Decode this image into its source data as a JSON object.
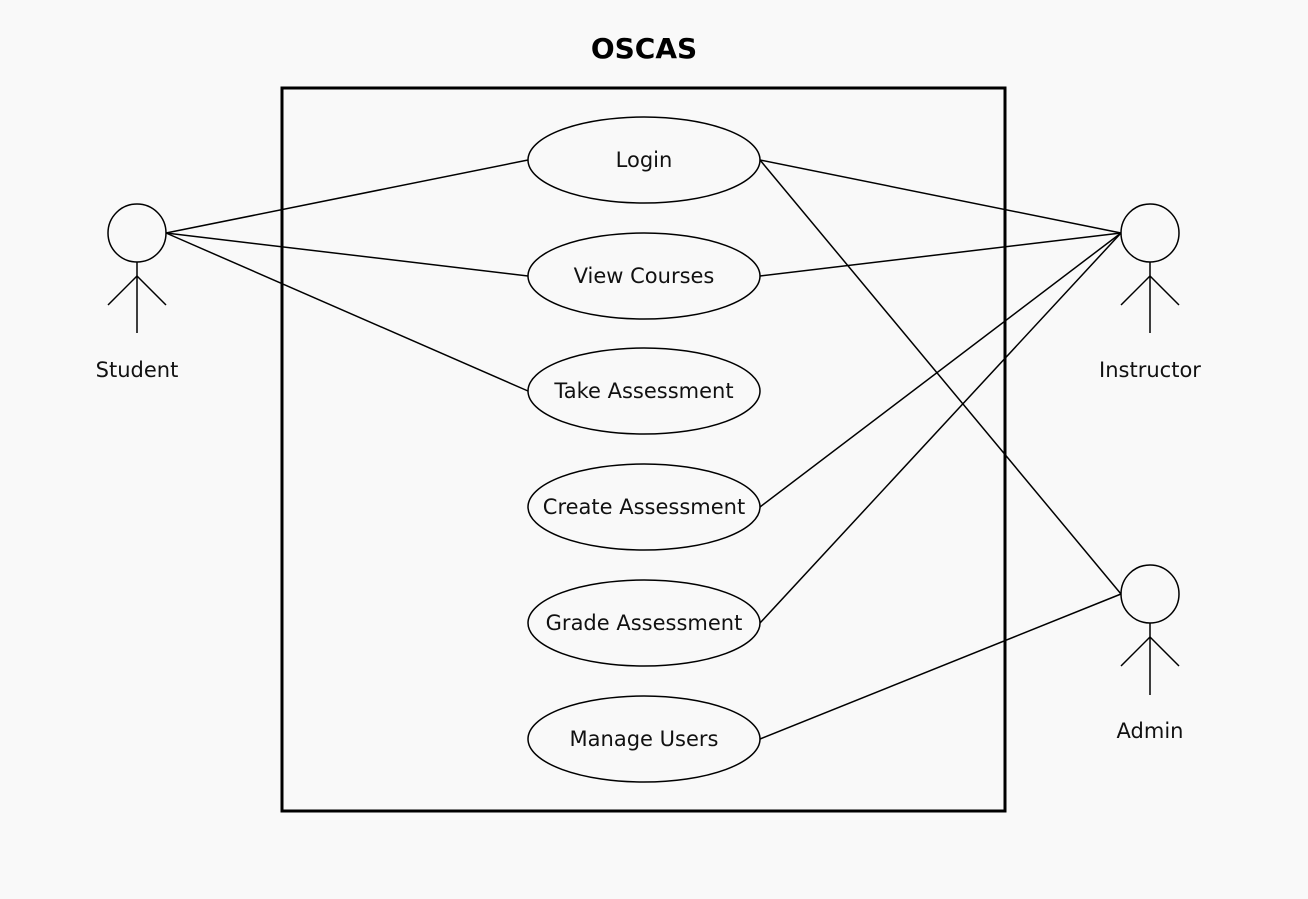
{
  "diagram": {
    "title": "OSCAS",
    "use_cases": [
      {
        "id": "login",
        "label": "Login"
      },
      {
        "id": "view-courses",
        "label": "View Courses"
      },
      {
        "id": "take-assessment",
        "label": "Take Assessment"
      },
      {
        "id": "create-assessment",
        "label": "Create Assessment"
      },
      {
        "id": "grade-assessment",
        "label": "Grade Assessment"
      },
      {
        "id": "manage-users",
        "label": "Manage Users"
      }
    ],
    "actors": [
      {
        "id": "student",
        "label": "Student"
      },
      {
        "id": "instructor",
        "label": "Instructor"
      },
      {
        "id": "admin",
        "label": "Admin"
      }
    ],
    "associations": [
      {
        "actor": "student",
        "use_case": "login"
      },
      {
        "actor": "student",
        "use_case": "view-courses"
      },
      {
        "actor": "student",
        "use_case": "take-assessment"
      },
      {
        "actor": "instructor",
        "use_case": "login"
      },
      {
        "actor": "instructor",
        "use_case": "view-courses"
      },
      {
        "actor": "instructor",
        "use_case": "create-assessment"
      },
      {
        "actor": "instructor",
        "use_case": "grade-assessment"
      },
      {
        "actor": "admin",
        "use_case": "login"
      },
      {
        "actor": "admin",
        "use_case": "manage-users"
      }
    ]
  }
}
